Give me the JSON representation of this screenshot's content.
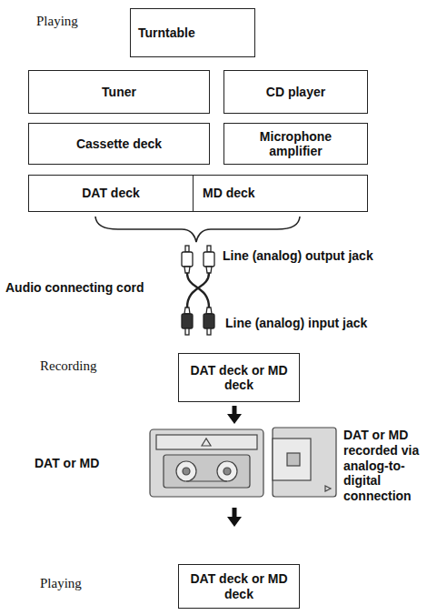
{
  "diagram": {
    "nodes": [
      {
        "text": [
          "Turntable"
        ]
      },
      {
        "text": [
          "Tuner"
        ]
      },
      {
        "text": [
          "CD player"
        ]
      },
      {
        "text": [
          "Cassette deck"
        ]
      },
      {
        "text": [
          "Microphone amplifier"
        ]
      },
      {
        "text": [
          "DAT deck"
        ]
      },
      {
        "text": [
          "MD deck"
        ]
      },
      {
        "text": [
          "DAT deck or MD deck"
        ]
      },
      {
        "text": [
          "DAT deck or MD deck"
        ]
      }
    ],
    "labels": [
      "Playing",
      "Line (analog) output jack",
      "Audio connecting cord",
      "Line (analog) input jack",
      "Recording",
      "DAT or MD",
      "DAT or MD recorded via analog-to-digital connection",
      "Playing"
    ]
  }
}
